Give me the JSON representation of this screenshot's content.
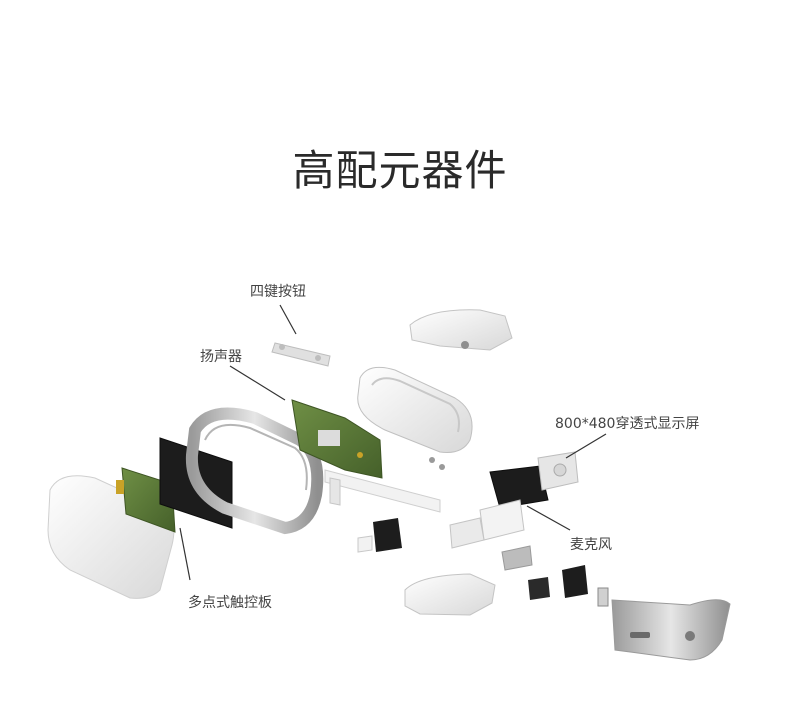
{
  "title": "高配元器件",
  "labels": {
    "buttons": "四键按钮",
    "speaker": "扬声器",
    "display": "800*480穿透式显示屏",
    "microphone": "麦克风",
    "touchpad": "多点式触控板"
  },
  "colors": {
    "text": "#2a2a2a",
    "shell": "#eeeeee",
    "shell_shade": "#cfcfcf",
    "pcb": "#5f7d3a",
    "leader": "#333333"
  }
}
